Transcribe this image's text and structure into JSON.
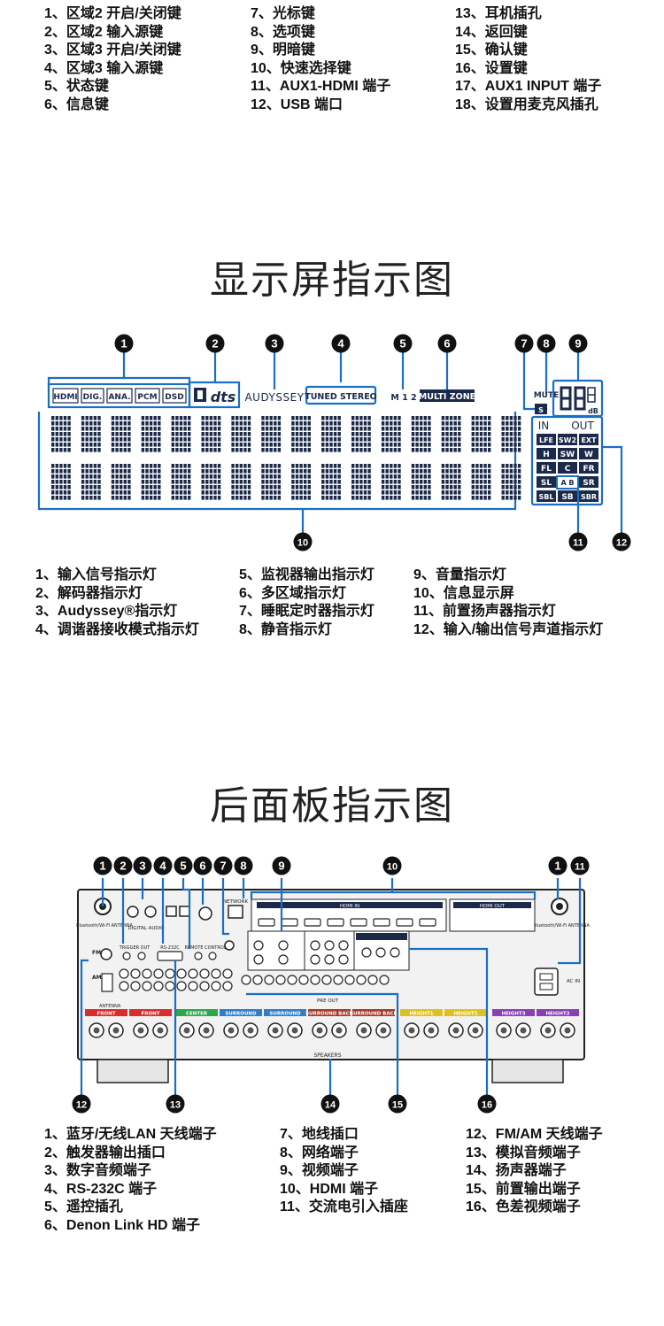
{
  "top_legend": {
    "col1": [
      "1、区域2 开启/关闭键",
      "2、区域2 输入源键",
      "3、区域3 开启/关闭键",
      "4、区域3 输入源键",
      "5、状态键",
      "6、信息键"
    ],
    "col2": [
      "7、光标键",
      "8、选项键",
      "9、明暗键",
      "10、快速选择键",
      "11、AUX1-HDMI 端子",
      "12、USB 端口"
    ],
    "col3": [
      "13、耳机插孔",
      "14、返回键",
      "15、确认键",
      "16、设置键",
      "17、AUX1 INPUT 端子",
      "18、设置用麦克风插孔"
    ]
  },
  "display_section": {
    "title": "显示屏指示图",
    "callouts": [
      "1",
      "2",
      "3",
      "4",
      "5",
      "6",
      "7",
      "8",
      "9",
      "10",
      "11",
      "12"
    ],
    "indicators": {
      "input_signal": [
        "HDMI",
        "DIG.",
        "ANA.",
        "PCM",
        "DSD"
      ],
      "decoder": "dts",
      "audyssey": "AUDYSSEY",
      "tuner": "TUNED STEREO",
      "monitor": "M 1 2",
      "multizone": "MULTI ZONE",
      "sleep": "S",
      "mute": "MUTE",
      "volume_unit": "dB",
      "channel_header": [
        "IN",
        "OUT"
      ],
      "channels": [
        [
          "LFE",
          "SW2",
          "EXT"
        ],
        [
          "H",
          "SW",
          "W"
        ],
        [
          "FL",
          "C",
          "FR"
        ],
        [
          "SL",
          "A B",
          "SR"
        ],
        [
          "SBL",
          "SB",
          "SBR"
        ]
      ]
    },
    "legend": {
      "col1": [
        "1、输入信号指示灯",
        "2、解码器指示灯",
        "3、Audyssey®指示灯",
        "4、调谐器接收模式指示灯"
      ],
      "col2": [
        "5、监视器输出指示灯",
        "6、多区域指示灯",
        "7、睡眠定时器指示灯",
        "8、静音指示灯"
      ],
      "col3": [
        "9、音量指示灯",
        "10、信息显示屏",
        "11、前置扬声器指示灯",
        "12、输入/输出信号声道指示灯"
      ]
    }
  },
  "rear_section": {
    "title": "后面板指示图",
    "callouts_top": [
      "1",
      "2",
      "3",
      "4",
      "5",
      "6",
      "7",
      "8",
      "9",
      "10",
      "1",
      "11"
    ],
    "callouts_bottom": [
      "12",
      "13",
      "14",
      "15",
      "16"
    ],
    "panel_labels": {
      "antenna_left": "Bluetooth/Wi-Fi ANTENNA",
      "antenna_right": "Bluetooth/Wi-Fi ANTENNA",
      "digital_audio": "DIGITAL AUDIO",
      "network": "NETWORK",
      "hdmi": "HDMI IN",
      "hdmi_monitor": "HDMI OUT",
      "trigger": "TRIGGER OUT",
      "rs232": "RS-232C",
      "remote": "REMOTE CONTROL",
      "ac_in": "AC IN",
      "fm": "FM",
      "am": "AM",
      "antenna": "ANTENNA",
      "speakers": "SPEAKERS",
      "preout": "PRE OUT",
      "speaker_groups": [
        "FRONT",
        "FRONT",
        "CENTER",
        "SURROUND",
        "SURROUND",
        "SURROUND BACK",
        "SURROUND BACK",
        "HEIGHT1",
        "HEIGHT1",
        "HEIGHT3",
        "HEIGHT2"
      ]
    },
    "legend": {
      "col1": [
        "1、蓝牙/无线LAN 天线端子",
        "2、触发器输出插口",
        "3、数字音频端子",
        "4、RS-232C 端子",
        "5、遥控插孔",
        "6、Denon Link HD 端子"
      ],
      "col2": [
        "7、地线插口",
        "8、网络端子",
        "9、视频端子",
        "10、HDMI 端子",
        "11、交流电引入插座"
      ],
      "col3": [
        "12、FM/AM 天线端子",
        "13、模拟音频端子",
        "14、扬声器端子",
        "15、前置输出端子",
        "16、色差视频端子"
      ]
    }
  },
  "colors": {
    "callout_bg": "#111111",
    "leader": "#1a6fc4",
    "lcd_text": "#1b2a4a",
    "panel": "#f2f2f2"
  }
}
